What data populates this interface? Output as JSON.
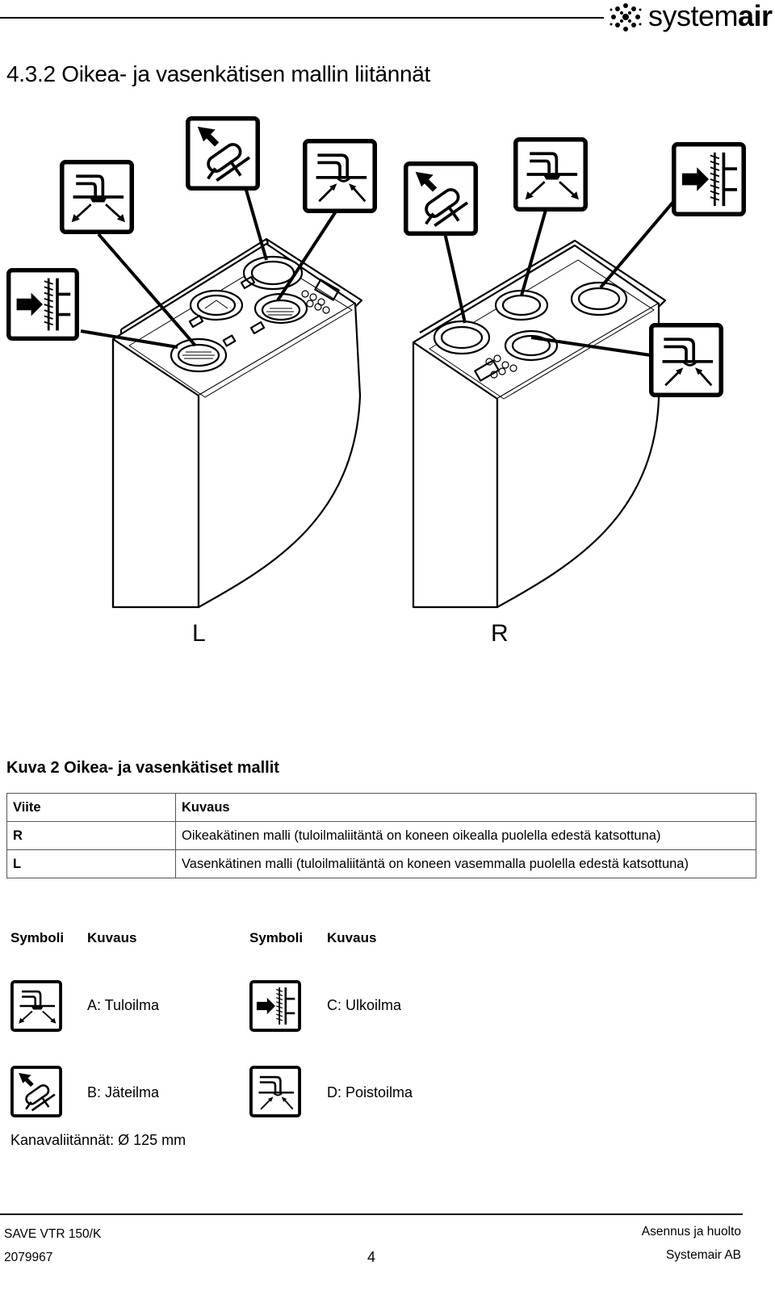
{
  "header": {
    "brand": "systemair",
    "brand_light": "system",
    "brand_bold": "air"
  },
  "section_title": "4.3.2 Oikea- ja vasenkätisen mallin liitännät",
  "figure": {
    "left_label": "L",
    "right_label": "R"
  },
  "figure_caption": "Kuva 2 Oikea- ja vasenkätiset mallit",
  "reference_table": {
    "headers": [
      "Viite",
      "Kuvaus"
    ],
    "rows": [
      {
        "ref": "R",
        "desc": "Oikeakätinen malli (tuloilmaliitäntä on koneen oikealla puolella edestä katsottuna)"
      },
      {
        "ref": "L",
        "desc": "Vasenkätinen malli (tuloilmaliitäntä on koneen vasemmalla puolella edestä katsottuna)"
      }
    ]
  },
  "symbol_table": {
    "headers": [
      "Symboli",
      "Kuvaus",
      "Symboli",
      "Kuvaus"
    ],
    "symbols": [
      {
        "icon": "supply-air-icon",
        "label": "A: Tuloilma"
      },
      {
        "icon": "outdoor-air-icon",
        "label": "C: Ulkoilma"
      },
      {
        "icon": "exhaust-air-icon",
        "label": "B: Jäteilma"
      },
      {
        "icon": "extract-air-icon",
        "label": "D: Poistoilma"
      }
    ]
  },
  "duct_note": "Kanavaliitännät: Ø 125 mm",
  "footer": {
    "product": "SAVE VTR 150/K",
    "doc_number": "2079967",
    "page": "4",
    "doc_type": "Asennus ja huolto",
    "company": "Systemair AB"
  }
}
